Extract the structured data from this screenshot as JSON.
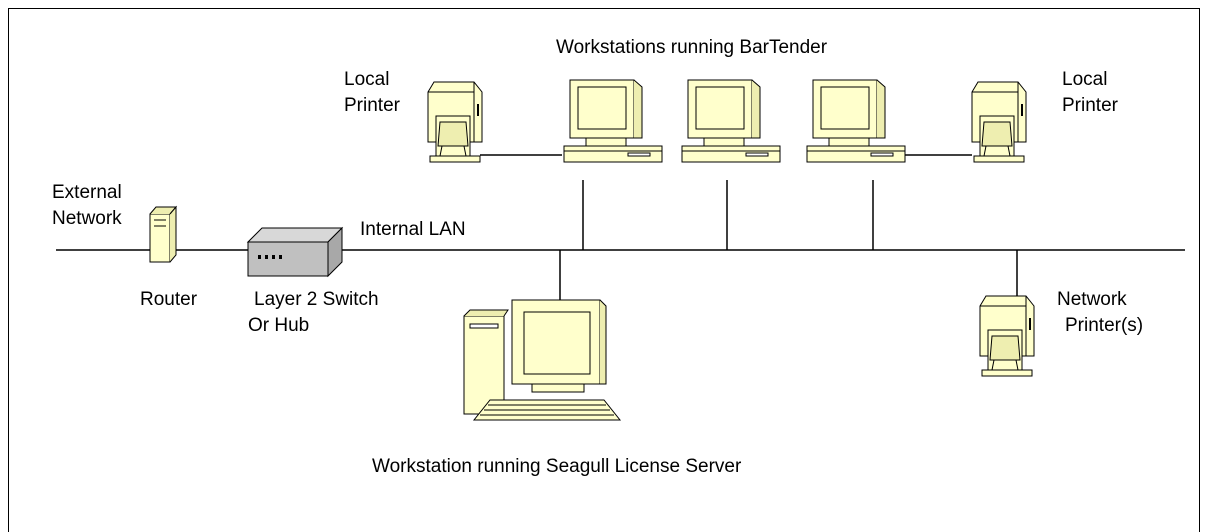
{
  "labels": {
    "workstations_title": "Workstations running BarTender",
    "local_printer_left": [
      "Local",
      "Printer"
    ],
    "local_printer_right": [
      "Local",
      "Printer"
    ],
    "external_network": [
      "External",
      "Network"
    ],
    "internal_lan": "Internal LAN",
    "router": "Router",
    "switch": [
      "Layer 2 Switch",
      "Or Hub"
    ],
    "network_printer": [
      "Network",
      "Printer(s)"
    ],
    "license_server": "Workstation running Seagull License Server"
  },
  "colors": {
    "device_fill": "#ffffcc",
    "device_shadow": "#eeeeb0",
    "switch_fill": "#c0c0c0",
    "line": "#000000"
  }
}
